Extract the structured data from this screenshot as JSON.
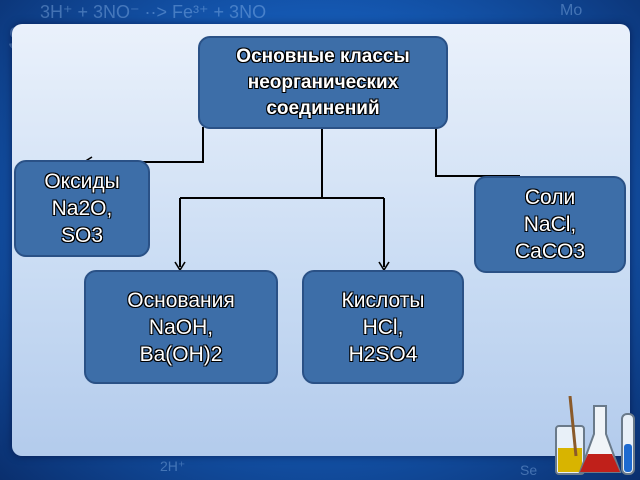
{
  "title_lines": [
    "Основные классы",
    "неорганических",
    "соединений"
  ],
  "boxes": {
    "oxides": {
      "lines": [
        "Оксиды",
        "Na2O,",
        "SO3"
      ]
    },
    "bases": {
      "lines": [
        "Основания",
        "NaOH,",
        "Ba(OH)2"
      ]
    },
    "acids": {
      "lines": [
        "Кислоты",
        "HCl,",
        "H2SO4"
      ]
    },
    "salts": {
      "lines": [
        "Соли",
        "NaCl,",
        "CaCO3"
      ]
    }
  },
  "background_text": [
    "3H⁺ + 3NO⁻ ··> Fe³⁺ + 3NO",
    "Si",
    "Mo",
    "2H⁺",
    "Se"
  ],
  "colors": {
    "box_fill": "#3d6ea8",
    "box_border": "#2a5186",
    "panel": "#dbe7f7",
    "background": "#1457b0"
  }
}
